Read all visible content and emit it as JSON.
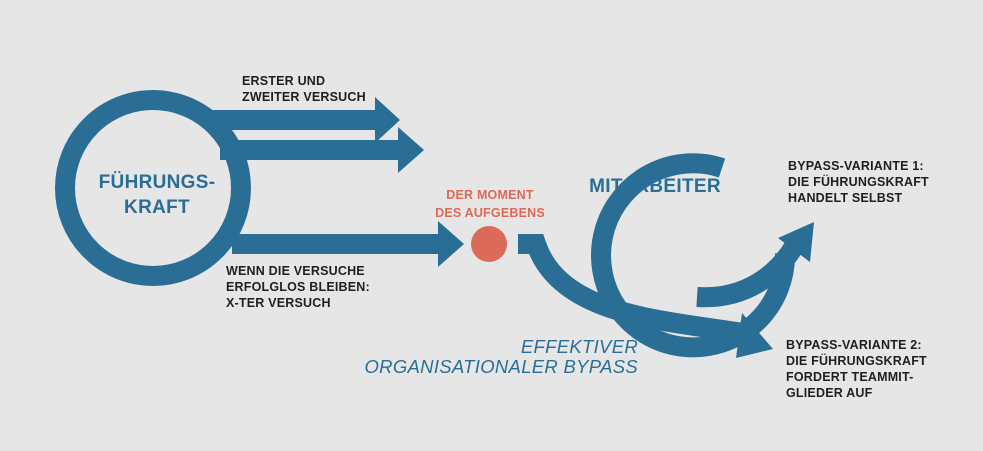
{
  "colors": {
    "background": "#e6e6e6",
    "primary_blue": "#2a6e96",
    "accent_red": "#dc6a5a",
    "text": "#1f1f1f"
  },
  "nodes": {
    "fuehrungskraft": {
      "label": "FÜHRUNGS-\nKRAFT"
    },
    "mitarbeiter": {
      "label": "MITARBEITER"
    },
    "moment": {
      "label": "DER MOMENT\nDES AUFGEBENS"
    }
  },
  "labels": {
    "erster_versuch": "ERSTER UND\nZWEITER VERSUCH",
    "xter_versuch": "WENN DIE VERSUCHE\nERFOLGLOS BLEIBEN:\nX-TER VERSUCH",
    "bypass_variante_1": "BYPASS-VARIANTE 1:\nDIE FÜHRUNGSKRAFT\nHANDELT SELBST",
    "bypass_variante_2": "BYPASS-VARIANTE 2:\nDIE FÜHRUNGSKRAFT\nFORDERT TEAMMIT-\nGLIEDER AUF",
    "bypass_title": "EFFEKTIVER\nORGANISATIONALER BYPASS"
  }
}
